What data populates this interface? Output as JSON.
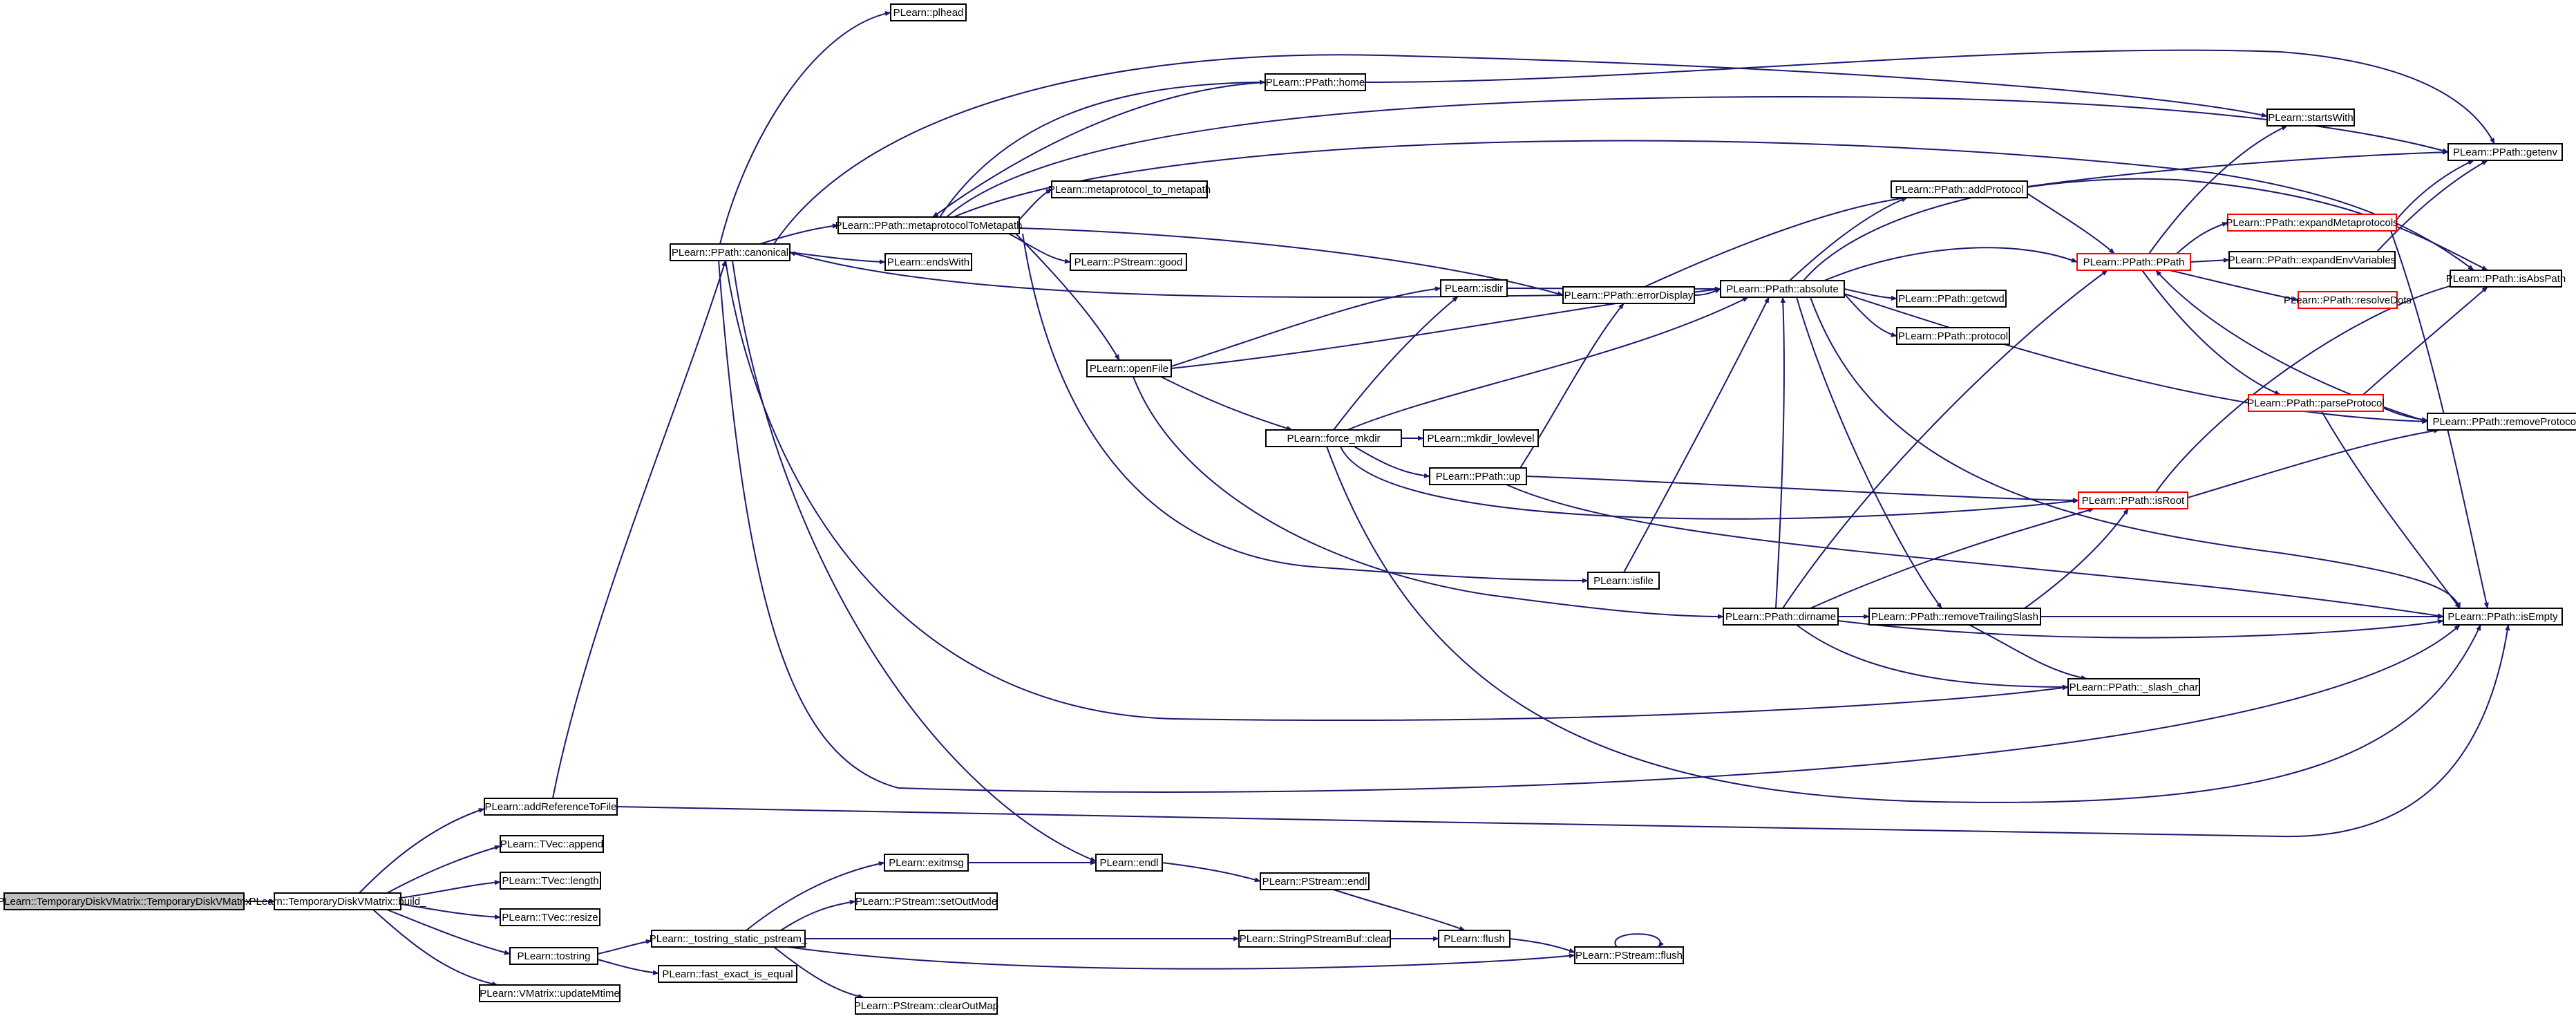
{
  "colors": {
    "edge": "#191970",
    "node_border": "#000000",
    "node_border_truncated": "#ff0000",
    "root_fill": "#bfbfbf",
    "node_fill": "#ffffff"
  },
  "nodes": [
    {
      "id": "root",
      "label": "PLearn::TemporaryDiskVMatrix::TemporaryDiskVMatrix",
      "style": "root"
    },
    {
      "id": "build",
      "label": "PLearn::TemporaryDiskVMatrix::build_"
    },
    {
      "id": "addRef",
      "label": "PLearn::addReferenceToFile"
    },
    {
      "id": "append",
      "label": "PLearn::TVec::append"
    },
    {
      "id": "length",
      "label": "PLearn::TVec::length"
    },
    {
      "id": "resize",
      "label": "PLearn::TVec::resize"
    },
    {
      "id": "tostring",
      "label": "PLearn::tostring"
    },
    {
      "id": "updateMtime",
      "label": "PLearn::VMatrix::updateMtime"
    },
    {
      "id": "tostringStatic",
      "label": "PLearn::_tostring_static_pstream_"
    },
    {
      "id": "fastExact",
      "label": "PLearn::fast_exact_is_equal"
    },
    {
      "id": "exitmsg",
      "label": "PLearn::exitmsg"
    },
    {
      "id": "setOutMode",
      "label": "PLearn::PStream::setOutMode"
    },
    {
      "id": "clearOutMap",
      "label": "PLearn::PStream::clearOutMap"
    },
    {
      "id": "endl",
      "label": "PLearn::endl"
    },
    {
      "id": "pstreamEndl",
      "label": "PLearn::PStream::endl"
    },
    {
      "id": "spsbClear",
      "label": "PLearn::StringPStreamBuf::clear"
    },
    {
      "id": "flush",
      "label": "PLearn::flush"
    },
    {
      "id": "pstreamFlush",
      "label": "PLearn::PStream::flush"
    },
    {
      "id": "canonical",
      "label": "PLearn::PPath::canonical"
    },
    {
      "id": "plhead",
      "label": "PLearn::plhead"
    },
    {
      "id": "meta2meta",
      "label": "PLearn::PPath::metaprotocolToMetapath"
    },
    {
      "id": "endsWith",
      "label": "PLearn::endsWith"
    },
    {
      "id": "mp2mp",
      "label": "PLearn::metaprotocol_to_metapath"
    },
    {
      "id": "good",
      "label": "PLearn::PStream::good"
    },
    {
      "id": "home",
      "label": "PLearn::PPath::home"
    },
    {
      "id": "openFile",
      "label": "PLearn::openFile"
    },
    {
      "id": "forceMkdir",
      "label": "PLearn::force_mkdir"
    },
    {
      "id": "isdir",
      "label": "PLearn::isdir"
    },
    {
      "id": "mkdirLow",
      "label": "PLearn::mkdir_lowlevel"
    },
    {
      "id": "up",
      "label": "PLearn::PPath::up"
    },
    {
      "id": "isfile",
      "label": "PLearn::isfile"
    },
    {
      "id": "errorDisplay",
      "label": "PLearn::PPath::errorDisplay"
    },
    {
      "id": "absolute",
      "label": "PLearn::PPath::absolute"
    },
    {
      "id": "dirname",
      "label": "PLearn::PPath::dirname"
    },
    {
      "id": "removeTrailing",
      "label": "PLearn::PPath::removeTrailingSlash"
    },
    {
      "id": "slashChar",
      "label": "PLearn::PPath::_slash_char"
    },
    {
      "id": "addProtocol",
      "label": "PLearn::PPath::addProtocol"
    },
    {
      "id": "getcwd",
      "label": "PLearn::PPath::getcwd"
    },
    {
      "id": "protocol",
      "label": "PLearn::PPath::protocol"
    },
    {
      "id": "startsWith",
      "label": "PLearn::startsWith"
    },
    {
      "id": "ppathCtor",
      "label": "PLearn::PPath::PPath",
      "style": "truncated"
    },
    {
      "id": "isRoot",
      "label": "PLearn::PPath::isRoot",
      "style": "truncated"
    },
    {
      "id": "expandMeta",
      "label": "PLearn::PPath::expandMetaprotocols",
      "style": "truncated"
    },
    {
      "id": "expandEnv",
      "label": "PLearn::PPath::expandEnvVariables"
    },
    {
      "id": "resolveDots",
      "label": "PLearn::PPath::resolveDots",
      "style": "truncated"
    },
    {
      "id": "parseProtocol",
      "label": "PLearn::PPath::parseProtocol",
      "style": "truncated"
    },
    {
      "id": "getenv",
      "label": "PLearn::PPath::getenv"
    },
    {
      "id": "isAbsPath",
      "label": "PLearn::PPath::isAbsPath"
    },
    {
      "id": "removeProtocol",
      "label": "PLearn::PPath::removeProtocol"
    },
    {
      "id": "isEmpty",
      "label": "PLearn::PPath::isEmpty"
    }
  ],
  "edges": [
    [
      "root",
      "build"
    ],
    [
      "build",
      "addRef"
    ],
    [
      "build",
      "append"
    ],
    [
      "build",
      "length"
    ],
    [
      "build",
      "resize"
    ],
    [
      "build",
      "tostring"
    ],
    [
      "build",
      "updateMtime"
    ],
    [
      "addRef",
      "canonical"
    ],
    [
      "addRef",
      "isEmpty"
    ],
    [
      "tostring",
      "tostringStatic"
    ],
    [
      "tostring",
      "fastExact"
    ],
    [
      "tostringStatic",
      "exitmsg"
    ],
    [
      "tostringStatic",
      "setOutMode"
    ],
    [
      "tostringStatic",
      "clearOutMap"
    ],
    [
      "tostringStatic",
      "spsbClear"
    ],
    [
      "tostringStatic",
      "pstreamFlush"
    ],
    [
      "exitmsg",
      "endl"
    ],
    [
      "endl",
      "pstreamEndl"
    ],
    [
      "pstreamEndl",
      "flush"
    ],
    [
      "spsbClear",
      "flush"
    ],
    [
      "flush",
      "pstreamFlush"
    ],
    [
      "pstreamFlush",
      "pstreamFlush"
    ],
    [
      "canonical",
      "plhead"
    ],
    [
      "canonical",
      "meta2meta"
    ],
    [
      "canonical",
      "endsWith"
    ],
    [
      "canonical",
      "startsWith"
    ],
    [
      "canonical",
      "endl"
    ],
    [
      "canonical",
      "slashChar"
    ],
    [
      "canonical",
      "isEmpty"
    ],
    [
      "meta2meta",
      "home"
    ],
    [
      "meta2meta",
      "mp2mp"
    ],
    [
      "meta2meta",
      "good"
    ],
    [
      "meta2meta",
      "openFile"
    ],
    [
      "meta2meta",
      "isfile"
    ],
    [
      "meta2meta",
      "errorDisplay"
    ],
    [
      "meta2meta",
      "getenv"
    ],
    [
      "meta2meta",
      "isAbsPath"
    ],
    [
      "home",
      "meta2meta"
    ],
    [
      "home",
      "getenv"
    ],
    [
      "openFile",
      "isdir"
    ],
    [
      "openFile",
      "absolute"
    ],
    [
      "openFile",
      "forceMkdir"
    ],
    [
      "openFile",
      "dirname"
    ],
    [
      "forceMkdir",
      "isdir"
    ],
    [
      "forceMkdir",
      "mkdirLow"
    ],
    [
      "forceMkdir",
      "up"
    ],
    [
      "forceMkdir",
      "absolute"
    ],
    [
      "forceMkdir",
      "isRoot"
    ],
    [
      "forceMkdir",
      "isEmpty"
    ],
    [
      "isdir",
      "absolute"
    ],
    [
      "up",
      "errorDisplay"
    ],
    [
      "up",
      "isRoot"
    ],
    [
      "up",
      "isEmpty"
    ],
    [
      "isfile",
      "absolute"
    ],
    [
      "errorDisplay",
      "canonical"
    ],
    [
      "errorDisplay",
      "absolute"
    ],
    [
      "errorDisplay",
      "addProtocol"
    ],
    [
      "absolute",
      "addProtocol"
    ],
    [
      "absolute",
      "getcwd"
    ],
    [
      "absolute",
      "protocol"
    ],
    [
      "absolute",
      "ppathCtor"
    ],
    [
      "absolute",
      "isAbsPath"
    ],
    [
      "absolute",
      "removeTrailing"
    ],
    [
      "absolute",
      "removeProtocol"
    ],
    [
      "absolute",
      "isEmpty"
    ],
    [
      "dirname",
      "absolute"
    ],
    [
      "dirname",
      "ppathCtor"
    ],
    [
      "dirname",
      "removeTrailing"
    ],
    [
      "dirname",
      "isRoot"
    ],
    [
      "dirname",
      "slashChar"
    ],
    [
      "dirname",
      "isEmpty"
    ],
    [
      "removeTrailing",
      "isRoot"
    ],
    [
      "removeTrailing",
      "slashChar"
    ],
    [
      "removeTrailing",
      "isEmpty"
    ],
    [
      "addProtocol",
      "ppathCtor"
    ],
    [
      "addProtocol",
      "getenv"
    ],
    [
      "ppathCtor",
      "startsWith"
    ],
    [
      "ppathCtor",
      "expandMeta"
    ],
    [
      "ppathCtor",
      "expandEnv"
    ],
    [
      "ppathCtor",
      "resolveDots"
    ],
    [
      "ppathCtor",
      "parseProtocol"
    ],
    [
      "expandMeta",
      "getenv"
    ],
    [
      "expandMeta",
      "isEmpty"
    ],
    [
      "expandEnv",
      "getenv"
    ],
    [
      "parseProtocol",
      "isAbsPath"
    ],
    [
      "parseProtocol",
      "removeProtocol"
    ],
    [
      "parseProtocol",
      "isEmpty"
    ],
    [
      "isRoot",
      "isAbsPath"
    ],
    [
      "isRoot",
      "removeProtocol"
    ],
    [
      "removeProtocol",
      "ppathCtor"
    ]
  ]
}
